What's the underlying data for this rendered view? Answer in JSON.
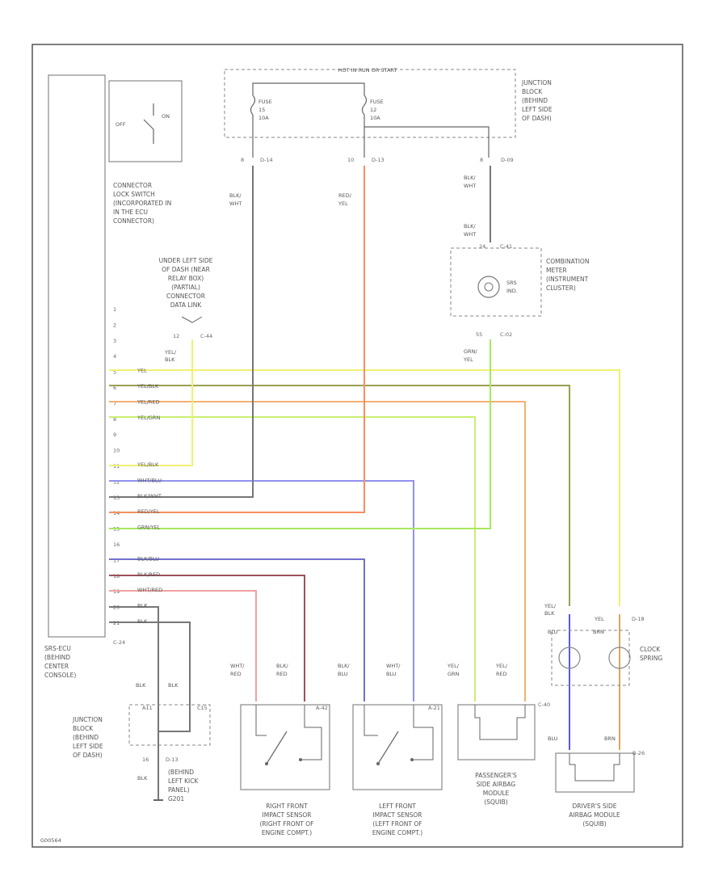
{
  "header": {
    "hot_label": "HOT IN RUN OR START",
    "junction_top_lines": [
      "JUNCTION",
      "BLOCK",
      "(BEHIND",
      "LEFT SIDE",
      "OF DASH)"
    ]
  },
  "fuses": [
    {
      "line1": "FUSE",
      "line2": "15",
      "line3": "10A"
    },
    {
      "line1": "FUSE",
      "line2": "12",
      "line3": "10A"
    }
  ],
  "ecu": {
    "lines": [
      "SRS-ECU",
      "(BEHIND",
      "CENTER",
      "CONSOLE)"
    ],
    "connector": "C-24",
    "pins": [
      "1",
      "2",
      "3",
      "4",
      "5",
      "6",
      "7",
      "8",
      "9",
      "10",
      "11",
      "12",
      "13",
      "14",
      "15",
      "16",
      "17",
      "18",
      "19",
      "20",
      "21"
    ]
  },
  "lock_switch": {
    "off": "OFF",
    "on": "ON",
    "lines": [
      "CONNECTOR",
      "LOCK SWITCH",
      "(INCORPORATED IN",
      "IN THE ECU",
      "CONNECTOR)"
    ]
  },
  "data_link": {
    "lines": [
      "UNDER LEFT SIDE",
      "OF DASH (NEAR",
      "RELAY BOX)",
      "(PARTIAL)",
      "CONNECTOR",
      "DATA LINK"
    ],
    "pin": "12",
    "connector": "C-44",
    "wire_color": [
      "YEL/",
      "BLK"
    ]
  },
  "connectors": {
    "d14": "D-14",
    "d13": "D-13",
    "d09": "D-09",
    "d18": "D-18",
    "c02": "C-02",
    "c40": "C-40",
    "c41": "C-41",
    "b26": "B-26",
    "a42": "A-42",
    "a21": "A-21"
  },
  "pins": {
    "d14": "8",
    "d13": "10",
    "d09": "8",
    "combo_in": "24",
    "combo_out": "55"
  },
  "wire_labels": {
    "blk_wht": [
      "BLK/",
      "WHT"
    ],
    "red_yel": [
      "RED/",
      "YEL"
    ],
    "grn_yel": [
      "GRN/",
      "YEL"
    ],
    "wht_red": [
      "WHT/",
      "RED"
    ],
    "blk_red": [
      "BLK/",
      "RED"
    ],
    "blk_blu": [
      "BLK/",
      "BLU"
    ],
    "wht_blu": [
      "WHT/",
      "BLU"
    ],
    "yel_grn": [
      "YEL/",
      "GRN"
    ],
    "yel_red": [
      "YEL/",
      "RED"
    ],
    "yel_blk": [
      "YEL/",
      "BLK"
    ],
    "yel": "YEL",
    "blu": "BLU",
    "brn": "BRN",
    "blk": "BLK"
  },
  "ecu_wire_labels": [
    "YEL",
    "YEL/BLK",
    "YEL/RED",
    "YEL/GRN",
    "YEL/BLK",
    "WHT/BLU",
    "BLK/WHT",
    "RED/YEL",
    "GRN/YEL",
    "BLK/BLU",
    "BLK/RED",
    "WHT/RED",
    "BLK",
    "BLK"
  ],
  "combination_meter": {
    "lines": [
      "COMBINATION",
      "METER",
      "(INSTRUMENT",
      "CLUSTER)"
    ],
    "bulb_lines": [
      "SRS",
      "IND."
    ]
  },
  "clock_spring": {
    "lines": [
      "CLOCK",
      "SPRING"
    ]
  },
  "junction_bottom": {
    "lines": [
      "JUNCTION",
      "BLOCK",
      "(BEHIND",
      "LEFT SIDE",
      "OF DASH)"
    ],
    "pin_a": "A11",
    "pin_b": "C15"
  },
  "ground": {
    "pin": "16",
    "connector": "D-13",
    "lines": [
      "(BEHIND",
      "LEFT KICK",
      "PANEL)",
      "G201"
    ]
  },
  "right_sensor": {
    "lines": [
      "RIGHT FRONT",
      "IMPACT SENSOR",
      "(RIGHT FRONT OF",
      "ENGINE COMPT.)"
    ]
  },
  "left_sensor": {
    "lines": [
      "LEFT FRONT",
      "IMPACT SENSOR",
      "(LEFT FRONT OF",
      "ENGINE COMPT.)"
    ]
  },
  "passenger_module": {
    "lines": [
      "PASSENGER'S",
      "SIDE AIRBAG",
      "MODULE",
      "(SQUIB)"
    ]
  },
  "driver_module": {
    "lines": [
      "DRIVER'S SIDE",
      "AIRBAG MODULE",
      "(SQUIB)"
    ]
  },
  "footer": {
    "code": "G00564"
  },
  "colors": {
    "yel": "#f0f070",
    "yel_blk": "#9aa050",
    "yel_red": "#f5b070",
    "yel_grn": "#c8f070",
    "grn_yel": "#a8e860",
    "wht_blu": "#9090f0",
    "blk_wht": "#777777",
    "red_yel": "#f59060",
    "blk_blu": "#7070d0",
    "blk_red": "#a05058",
    "wht_red": "#f0a0a0",
    "blk": "#777777",
    "blu": "#5858f0",
    "brn": "#d8a860",
    "frame": "#555555"
  }
}
